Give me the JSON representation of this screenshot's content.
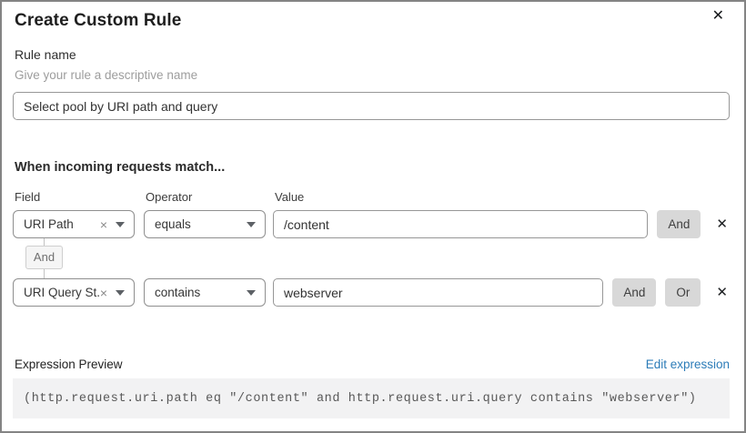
{
  "dialog": {
    "title": "Create Custom Rule"
  },
  "icons": {
    "close": "✕",
    "delete": "✕",
    "clear": "×"
  },
  "rule_name": {
    "label": "Rule name",
    "helper": "Give your rule a descriptive name",
    "value": "Select pool by URI path and query"
  },
  "match_section": {
    "heading": "When incoming requests match...",
    "columns": {
      "field": "Field",
      "operator": "Operator",
      "value": "Value"
    },
    "connector_label": "And",
    "rows": [
      {
        "field": "URI Path",
        "operator": "equals",
        "value": "/content",
        "buttons": {
          "and": "And"
        }
      },
      {
        "field": "URI Query St...",
        "operator": "contains",
        "value": "webserver",
        "buttons": {
          "and": "And",
          "or": "Or"
        }
      }
    ]
  },
  "expression": {
    "label": "Expression Preview",
    "edit_link": "Edit expression",
    "code": "(http.request.uri.path eq \"/content\" and http.request.uri.query contains \"webserver\")"
  },
  "colors": {
    "link": "#2c7cb8",
    "join_button_bg": "#d8d8d8",
    "code_bg": "#f2f2f3",
    "border": "#8f8f8f"
  }
}
